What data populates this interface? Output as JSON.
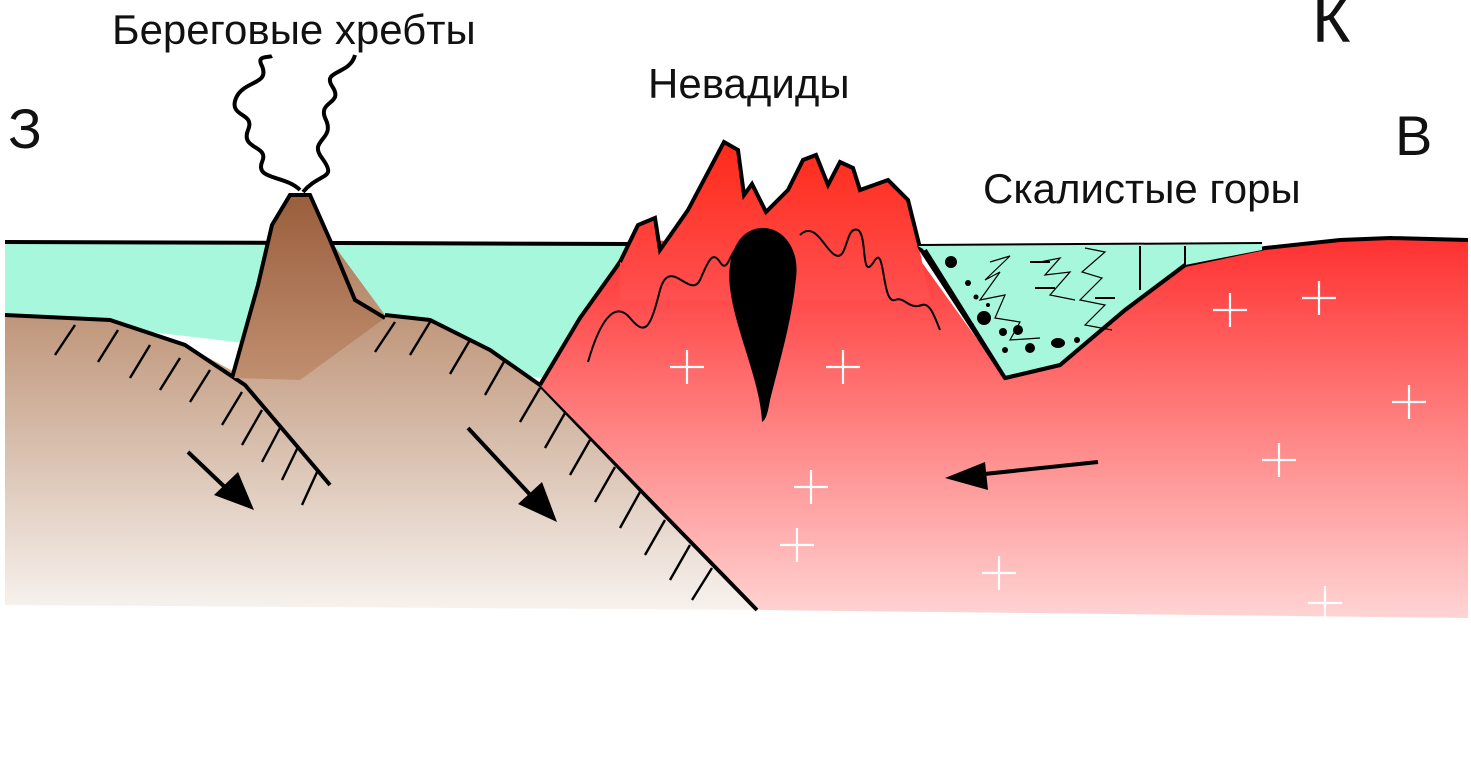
{
  "labels": {
    "west": "З",
    "east": "В",
    "panel": "К",
    "coast_ranges": "Береговые хребты",
    "nevadides": "Невадиды",
    "rockies": "Скалистые горы"
  },
  "colors": {
    "panel_letter": "#7ed321",
    "sea": "#a6f7dc",
    "oceanic_plate_top": "#a8704a",
    "oceanic_plate_bottom": "#f7f2ee",
    "continental_top": "#ff3030",
    "continental_bottom": "#ffd4d4",
    "nevadides_peak": "#ff2a1a",
    "outline": "#000000"
  }
}
